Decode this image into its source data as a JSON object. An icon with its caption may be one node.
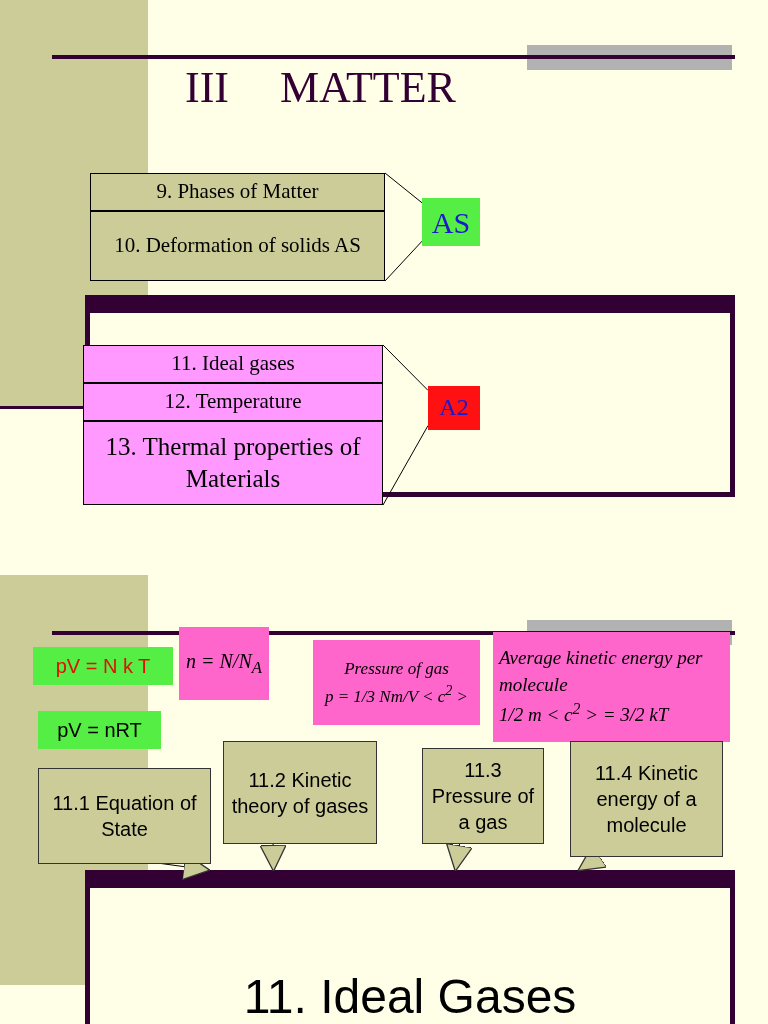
{
  "diagram": {
    "title": "III MATTER",
    "nodes": [
      {
        "text": [
          "9. Phases of Matter"
        ]
      },
      {
        "text": [
          "10. Deformation of solids AS"
        ]
      },
      {
        "text": [
          "AS"
        ]
      },
      {
        "text": [
          "11. Ideal gases"
        ]
      },
      {
        "text": [
          "12. Temperature"
        ]
      },
      {
        "text": [
          "13. Thermal properties of Materials"
        ]
      },
      {
        "text": [
          "A2"
        ]
      },
      {
        "text": [
          "pV = N k T"
        ]
      },
      {
        "text": [
          "n = N/N$_{A}$"
        ]
      },
      {
        "text": [
          "Pressure of gas",
          "p = 1/3 Nm/V < c$^{2}$ >"
        ]
      },
      {
        "text": [
          "Average kinetic energy per molecule",
          "1/2 m < c$^{2}$ > = 3/2 kT"
        ]
      },
      {
        "text": [
          "pV = nRT"
        ]
      },
      {
        "text": [
          "11.1 Equation of State"
        ]
      },
      {
        "text": [
          "11.2 Kinetic theory of gases"
        ]
      },
      {
        "text": [
          "11.3 Pressure of a gas"
        ]
      },
      {
        "text": [
          "11.4 Kinetic energy of a molecule"
        ]
      },
      {
        "text": [
          "11. Ideal Gases"
        ]
      }
    ],
    "edges": [
      {
        "from": 0,
        "to": 2,
        "arrow": "none"
      },
      {
        "from": 1,
        "to": 2,
        "arrow": "none"
      },
      {
        "from": 3,
        "to": 6,
        "arrow": "none"
      },
      {
        "from": 5,
        "to": 6,
        "arrow": "none"
      },
      {
        "from": 12,
        "to": 16,
        "arrow": "to"
      },
      {
        "from": 13,
        "to": 16,
        "arrow": "to"
      },
      {
        "from": 14,
        "to": 16,
        "arrow": "to"
      },
      {
        "from": 15,
        "to": 16,
        "arrow": "to"
      }
    ]
  }
}
